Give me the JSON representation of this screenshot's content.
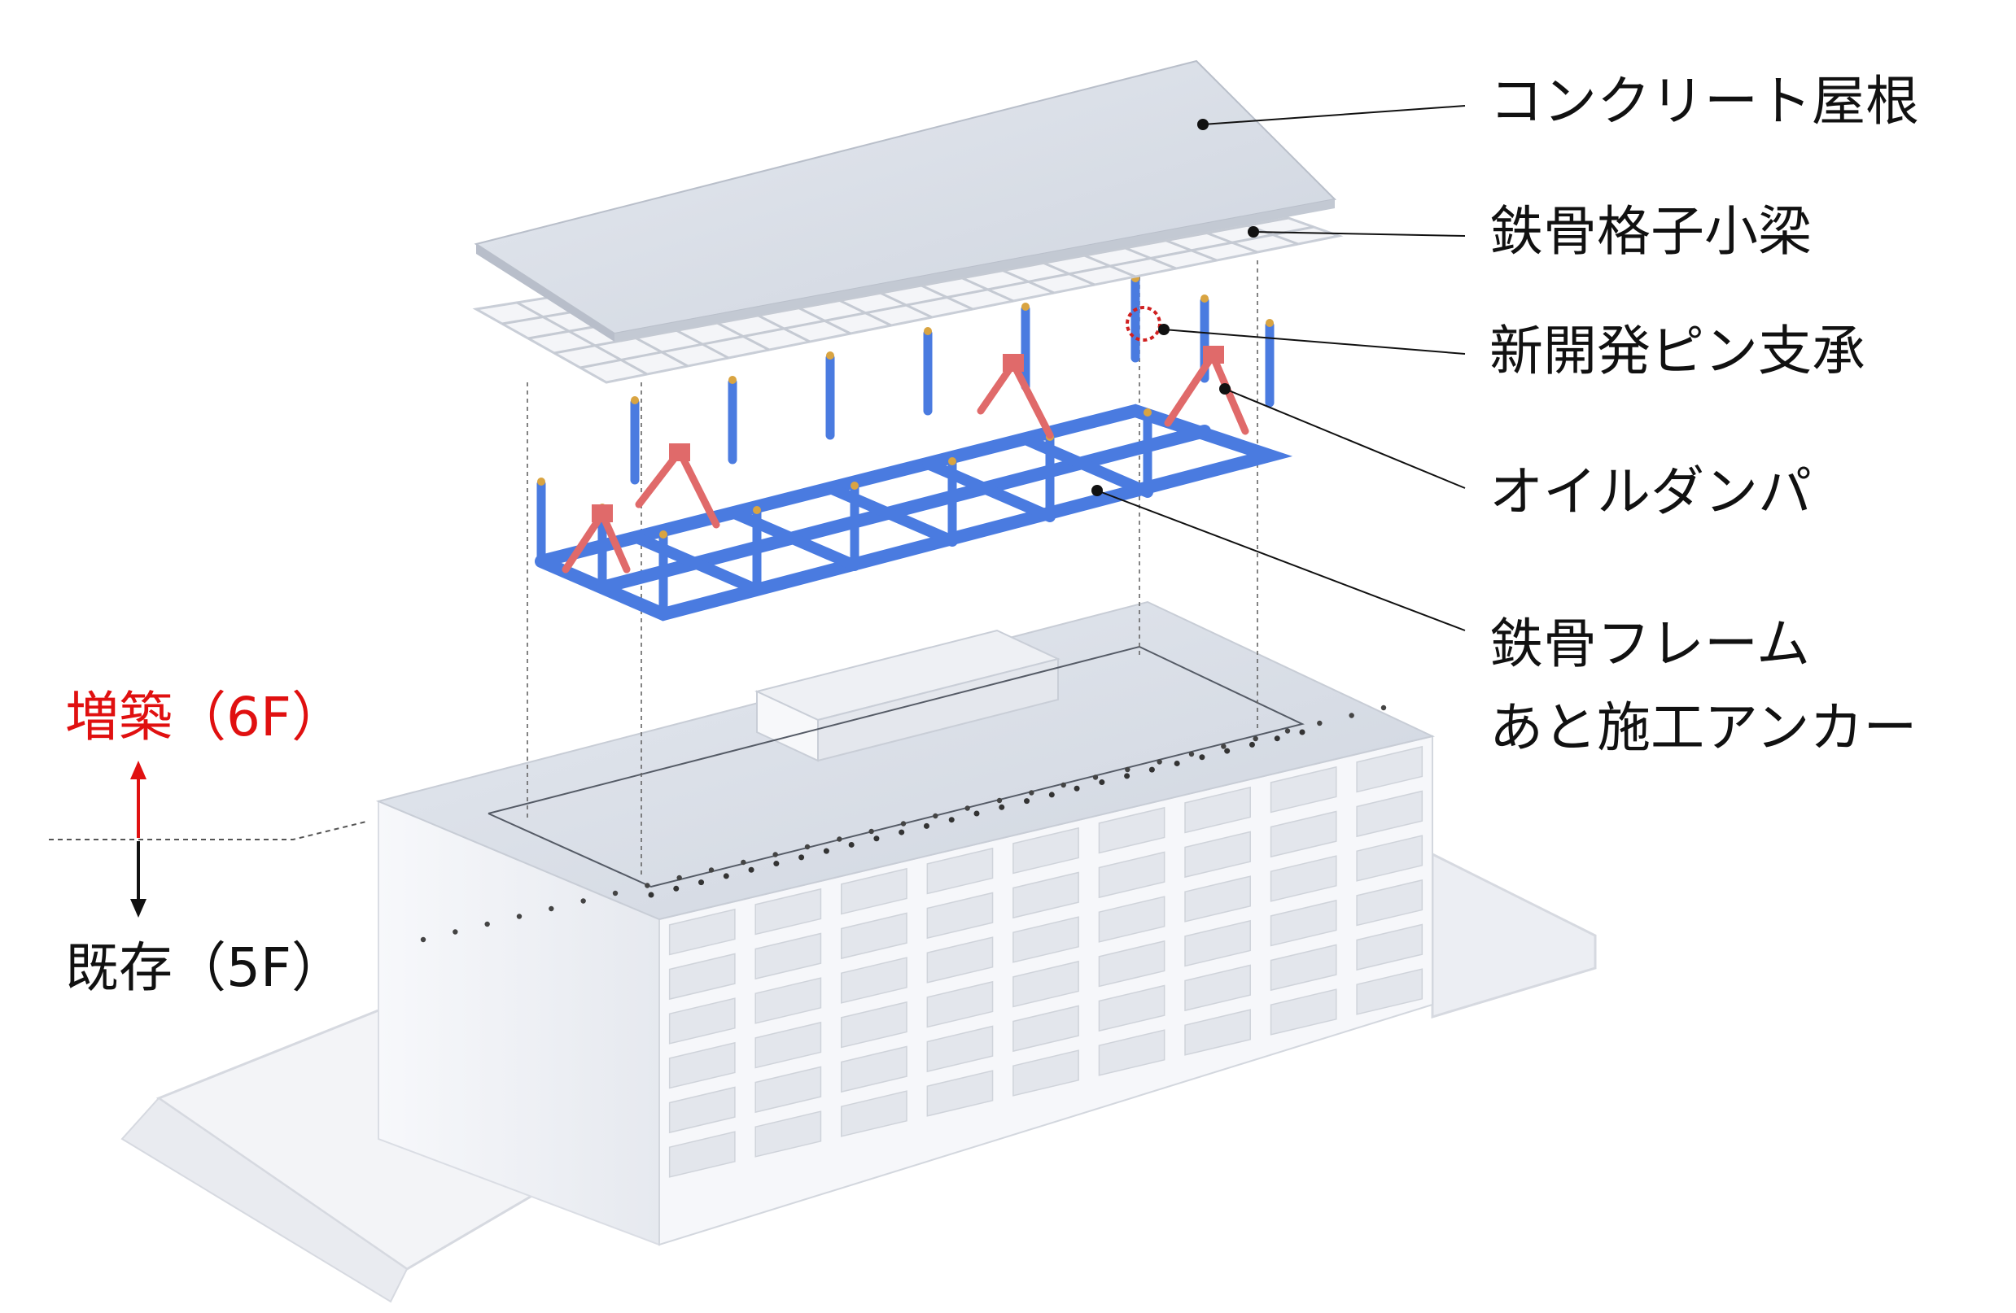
{
  "labels": {
    "concrete_roof": "コンクリート屋根",
    "steel_grid_beams": "鉄骨格子小梁",
    "new_pin_bearing": "新開発ピン支承",
    "oil_damper": "オイルダンパ",
    "steel_frame": "鉄骨フレーム",
    "post_anchor": "あと施工アンカー",
    "extension": "増築（6F）",
    "existing": "既存（5F）"
  },
  "colors": {
    "frame": "#4a7be0",
    "damper": "#e06a6a",
    "extension_text": "#e01010",
    "roof": "#d8dde6",
    "building": "#f2f4f8"
  }
}
